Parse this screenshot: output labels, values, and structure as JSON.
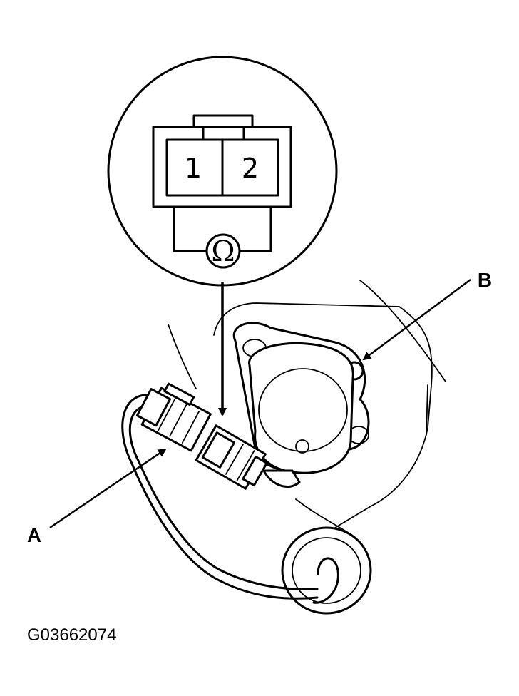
{
  "diagram": {
    "figure_code": "G03662074",
    "callouts": {
      "a": "A",
      "b": "B"
    },
    "connector_pins": [
      "1",
      "2"
    ],
    "meter_symbol": "Ω",
    "colors": {
      "ink": "#000000",
      "paper": "#ffffff"
    }
  }
}
